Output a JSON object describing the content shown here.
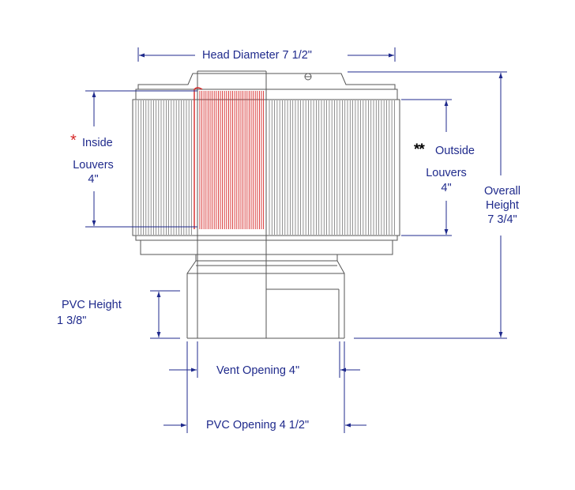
{
  "labels": {
    "head_diameter": "Head Diameter  7 1/2\"",
    "inside_marker": "*",
    "inside_line1": "Inside",
    "inside_line2": "Louvers",
    "inside_line3": "4\"",
    "outside_marker": "**",
    "outside_line1": "Outside",
    "outside_line2": "Louvers",
    "outside_line3": "4\"",
    "overall_line1": "Overall",
    "overall_line2": "Height",
    "overall_line3": "7 3/4\"",
    "pvc_height_line1": "PVC Height",
    "pvc_height_line2": "1 3/8\"",
    "vent_opening": "Vent Opening  4\"",
    "pvc_opening": "PVC Opening  4 1/2\""
  },
  "colors": {
    "dimension": "#1f2a8c",
    "outline": "#555555",
    "inside_louver_highlight": "#d62828",
    "inside_marker": "#d62828",
    "outside_marker": "#000000"
  }
}
